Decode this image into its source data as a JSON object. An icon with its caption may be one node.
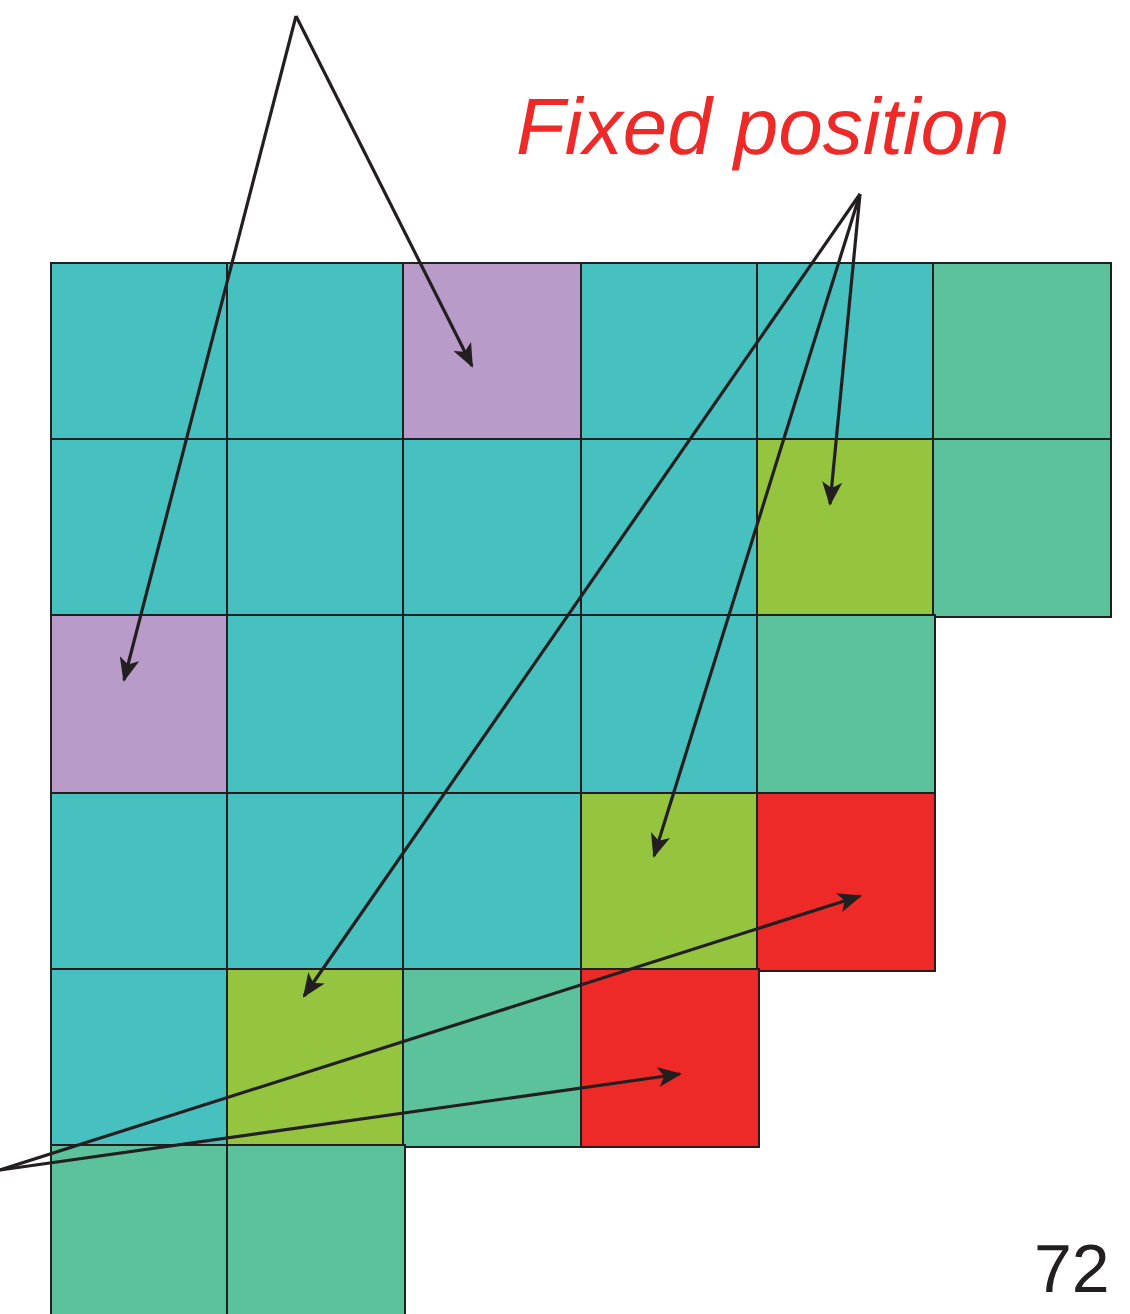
{
  "diagram": {
    "nodes": [
      {
        "text": [
          "Fixed position"
        ]
      },
      {
        "text": [],
        "shape": "box"
      },
      {
        "text": [],
        "shape": "box"
      },
      {
        "text": [],
        "shape": "box"
      },
      {
        "text": [],
        "shape": "box"
      },
      {
        "text": [],
        "shape": "box"
      },
      {
        "text": [],
        "shape": "box"
      },
      {
        "text": [],
        "shape": "box"
      }
    ],
    "edges": [
      {
        "from": null,
        "to": 1,
        "arrow": "to"
      },
      {
        "from": null,
        "to": 2,
        "arrow": "to"
      },
      {
        "from": 0,
        "to": 3,
        "arrow": "to"
      },
      {
        "from": 0,
        "to": 4,
        "arrow": "to"
      },
      {
        "from": 0,
        "to": 5,
        "arrow": "to"
      },
      {
        "from": null,
        "to": 6,
        "arrow": "to"
      },
      {
        "from": null,
        "to": 7,
        "arrow": "to"
      }
    ],
    "labels": [
      "72"
    ]
  }
}
